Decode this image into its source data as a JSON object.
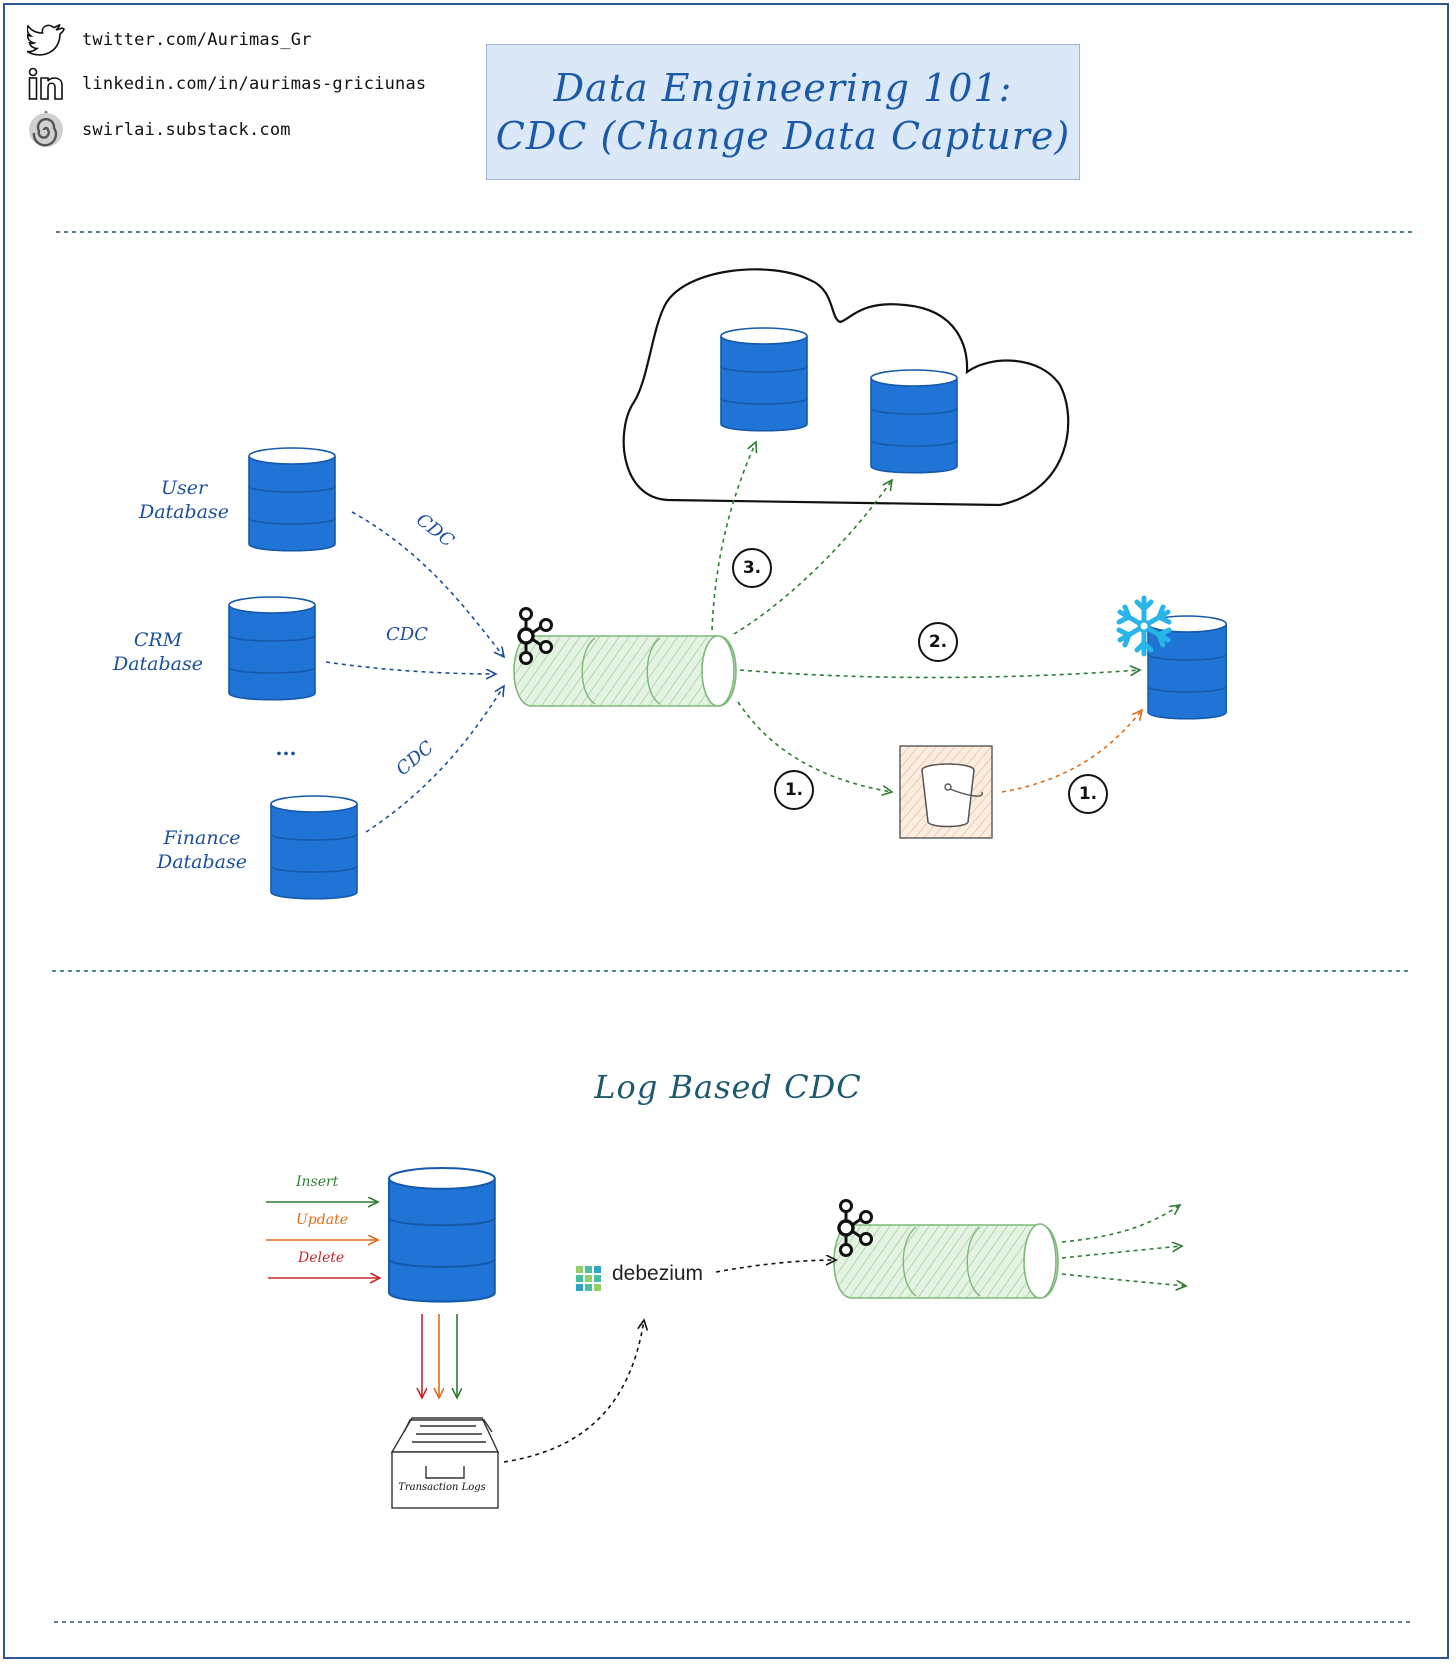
{
  "social": [
    {
      "icon": "twitter-icon",
      "text": "twitter.com/Aurimas_Gr"
    },
    {
      "icon": "linkedin-icon",
      "text": "linkedin.com/in/aurimas-griciunas"
    },
    {
      "icon": "swirl-icon",
      "text": "swirlai.substack.com"
    }
  ],
  "title": {
    "line1": "Data Engineering 101:",
    "line2": "CDC (Change Data Capture)"
  },
  "sources": [
    {
      "line1": "User",
      "line2": "Database"
    },
    {
      "line1": "CRM",
      "line2": "Database"
    },
    {
      "ellipsis": "..."
    },
    {
      "line1": "Finance",
      "line2": "Database"
    }
  ],
  "cdc_label": "CDC",
  "steps": {
    "one_a": "1.",
    "one_b": "1.",
    "two": "2.",
    "three": "3."
  },
  "log_section": {
    "title": "Log Based CDC",
    "ops": {
      "insert": "Insert",
      "update": "Update",
      "delete": "Delete"
    },
    "debezium": "debezium",
    "transaction_logs": "Transaction Logs"
  },
  "colors": {
    "db_blue": "#1f74d6",
    "frame": "#2f5597",
    "green_arrow": "#2e7d32",
    "orange_arrow": "#e06c1a",
    "red_arrow": "#c62828",
    "kafka_green": "#cfe8cf"
  }
}
